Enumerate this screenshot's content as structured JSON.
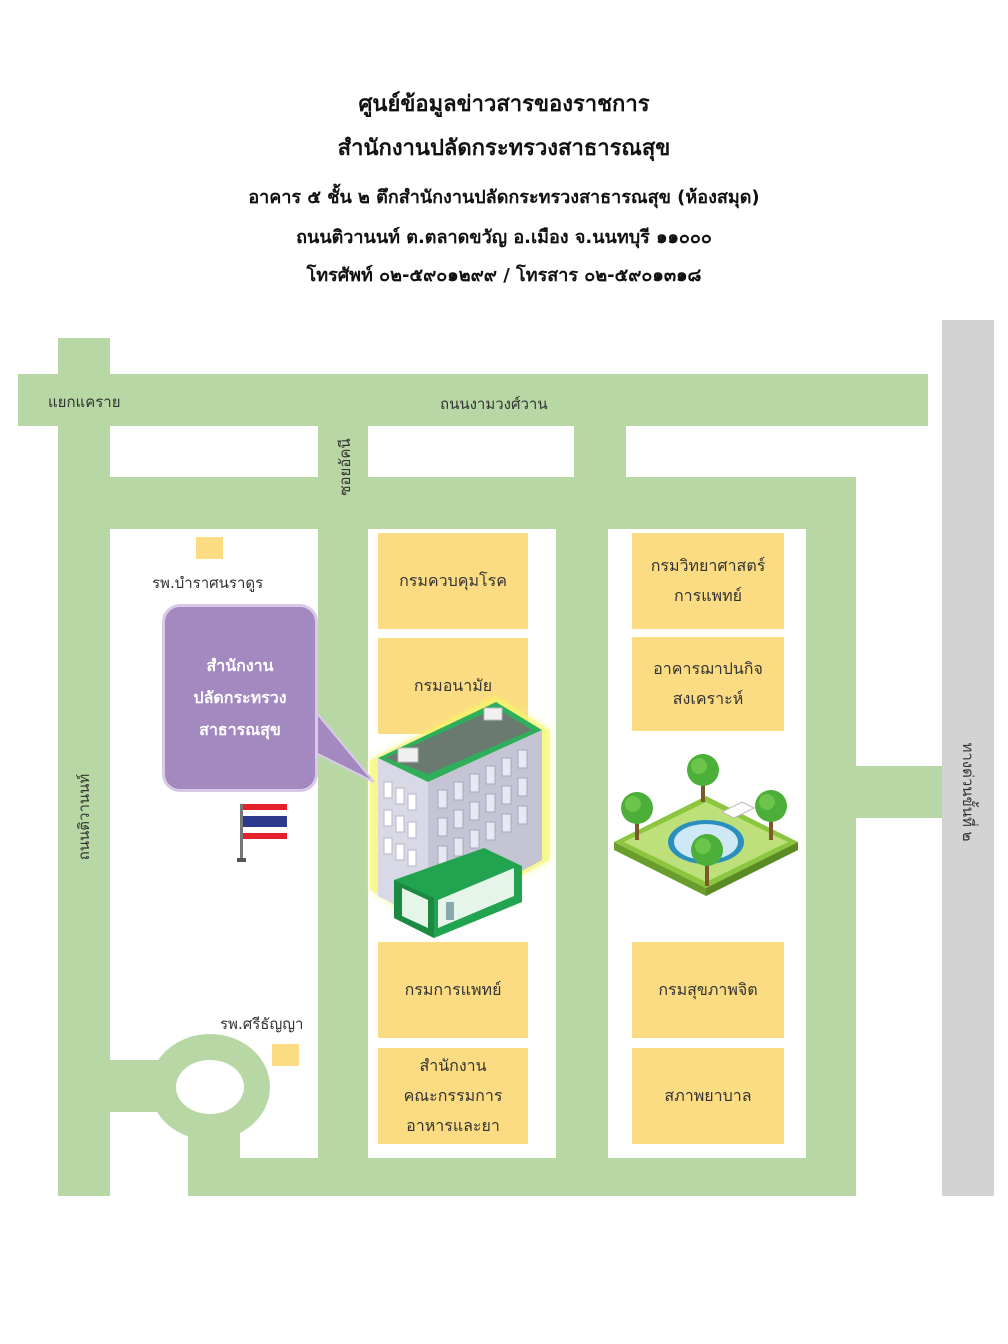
{
  "header": {
    "line1": "ศูนย์ข้อมูลข่าวสารของราชการ",
    "line2": "สำนักงานปลัดกระทรวงสาธารณสุข",
    "line3": "อาคาร ๕ ชั้น ๒ ตึกสำนักงานปลัดกระทรวงสาธารณสุข (ห้องสมุด)",
    "line4": "ถนนติวานนท์ ต.ตลาดขวัญ อ.เมือง จ.นนทบุรี ๑๑๐๐๐",
    "line5": "โทรศัพท์ ๐๒-๕๙๐๑๒๙๙ / โทรสาร ๐๒-๕๙๐๑๓๑๘"
  },
  "roads": {
    "intersection": "แยกแคราย",
    "ngamwongwan": "ถนนงามวงศ์วาน",
    "soi": "ซอยอัคนี",
    "tiwanon": "ถนนติวานนท์",
    "expressway": "ทางด่วนขั้นที่ ๒"
  },
  "places": {
    "bamrasnaradura": "รพ.บำราศนราดูร",
    "srithanya": "รพ.ศรีธัญญา"
  },
  "callout": "สำนักงาน\nปลัดกระทรวง\nสาธารณสุข",
  "buildings": {
    "disease_control": "กรมควบคุมโรค",
    "health": "กรมอนามัย",
    "medical_sciences": "กรมวิทยาศาสตร์\nการแพทย์",
    "welfare_building": "อาคารฌาปนกิจ\nสงเคราะห์",
    "medical_services": "กรมการแพทย์",
    "mental_health": "กรมสุขภาพจิต",
    "fda": "สำนักงาน\nคณะกรรมการ\nอาหารและยา",
    "nursing_council": "สภาพยาบาล"
  },
  "colors": {
    "road": "#b7d8a5",
    "expressway": "#d3d3d3",
    "building": "#fbdc82",
    "callout": "#a488c0"
  }
}
